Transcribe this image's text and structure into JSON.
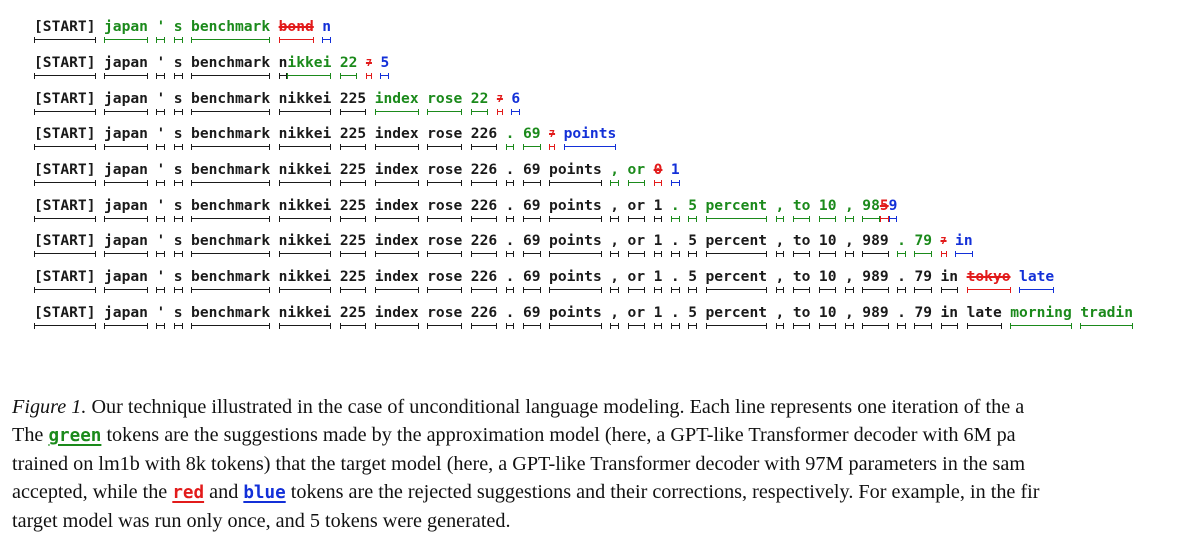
{
  "figure": {
    "iterations": [
      [
        {
          "text": "[START]",
          "s": "k"
        },
        {
          "text": "japan",
          "s": "g"
        },
        {
          "text": "'",
          "s": "g"
        },
        {
          "text": "s",
          "s": "g"
        },
        {
          "text": "benchmark",
          "s": "g"
        },
        {
          "text": "bond",
          "s": "r"
        },
        {
          "text": "n",
          "s": "b"
        }
      ],
      [
        {
          "text": "[START]",
          "s": "k"
        },
        {
          "text": "japan",
          "s": "k"
        },
        {
          "text": "'",
          "s": "k"
        },
        {
          "text": "s",
          "s": "k"
        },
        {
          "text": "benchmark",
          "s": "k"
        },
        {
          "text": "n",
          "s": "k",
          "tight": true
        },
        {
          "text": "ikkei",
          "s": "g"
        },
        {
          "text": "22",
          "s": "g"
        },
        {
          "text": "7",
          "s": "r",
          "small": true
        },
        {
          "text": "5",
          "s": "b"
        }
      ],
      [
        {
          "text": "[START]",
          "s": "k"
        },
        {
          "text": "japan",
          "s": "k"
        },
        {
          "text": "'",
          "s": "k"
        },
        {
          "text": "s",
          "s": "k"
        },
        {
          "text": "benchmark",
          "s": "k"
        },
        {
          "text": "nikkei",
          "s": "k"
        },
        {
          "text": "225",
          "s": "k"
        },
        {
          "text": "index",
          "s": "g"
        },
        {
          "text": "rose",
          "s": "g"
        },
        {
          "text": "22",
          "s": "g"
        },
        {
          "text": "7",
          "s": "r",
          "small": true
        },
        {
          "text": "6",
          "s": "b"
        }
      ],
      [
        {
          "text": "[START]",
          "s": "k"
        },
        {
          "text": "japan",
          "s": "k"
        },
        {
          "text": "'",
          "s": "k"
        },
        {
          "text": "s",
          "s": "k"
        },
        {
          "text": "benchmark",
          "s": "k"
        },
        {
          "text": "nikkei",
          "s": "k"
        },
        {
          "text": "225",
          "s": "k"
        },
        {
          "text": "index",
          "s": "k"
        },
        {
          "text": "rose",
          "s": "k"
        },
        {
          "text": "226",
          "s": "k"
        },
        {
          "text": ".",
          "s": "g"
        },
        {
          "text": "69",
          "s": "g"
        },
        {
          "text": "7",
          "s": "r",
          "small": true
        },
        {
          "text": "points",
          "s": "b"
        }
      ],
      [
        {
          "text": "[START]",
          "s": "k"
        },
        {
          "text": "japan",
          "s": "k"
        },
        {
          "text": "'",
          "s": "k"
        },
        {
          "text": "s",
          "s": "k"
        },
        {
          "text": "benchmark",
          "s": "k"
        },
        {
          "text": "nikkei",
          "s": "k"
        },
        {
          "text": "225",
          "s": "k"
        },
        {
          "text": "index",
          "s": "k"
        },
        {
          "text": "rose",
          "s": "k"
        },
        {
          "text": "226",
          "s": "k"
        },
        {
          "text": ".",
          "s": "k"
        },
        {
          "text": "69",
          "s": "k"
        },
        {
          "text": "points",
          "s": "k"
        },
        {
          "text": ",",
          "s": "g"
        },
        {
          "text": "or",
          "s": "g"
        },
        {
          "text": "0",
          "s": "r"
        },
        {
          "text": "1",
          "s": "b"
        }
      ],
      [
        {
          "text": "[START]",
          "s": "k"
        },
        {
          "text": "japan",
          "s": "k"
        },
        {
          "text": "'",
          "s": "k"
        },
        {
          "text": "s",
          "s": "k"
        },
        {
          "text": "benchmark",
          "s": "k"
        },
        {
          "text": "nikkei",
          "s": "k"
        },
        {
          "text": "225",
          "s": "k"
        },
        {
          "text": "index",
          "s": "k"
        },
        {
          "text": "rose",
          "s": "k"
        },
        {
          "text": "226",
          "s": "k"
        },
        {
          "text": ".",
          "s": "k"
        },
        {
          "text": "69",
          "s": "k"
        },
        {
          "text": "points",
          "s": "k"
        },
        {
          "text": ",",
          "s": "k"
        },
        {
          "text": "or",
          "s": "k"
        },
        {
          "text": "1",
          "s": "k"
        },
        {
          "text": ".",
          "s": "g"
        },
        {
          "text": "5",
          "s": "g"
        },
        {
          "text": "percent",
          "s": "g"
        },
        {
          "text": ",",
          "s": "g"
        },
        {
          "text": "to",
          "s": "g"
        },
        {
          "text": "10",
          "s": "g"
        },
        {
          "text": ",",
          "s": "g"
        },
        {
          "text": "98",
          "s": "g",
          "tight": true
        },
        {
          "text": "5",
          "s": "r",
          "tight": true
        },
        {
          "text": "9",
          "s": "b"
        }
      ],
      [
        {
          "text": "[START]",
          "s": "k"
        },
        {
          "text": "japan",
          "s": "k"
        },
        {
          "text": "'",
          "s": "k"
        },
        {
          "text": "s",
          "s": "k"
        },
        {
          "text": "benchmark",
          "s": "k"
        },
        {
          "text": "nikkei",
          "s": "k"
        },
        {
          "text": "225",
          "s": "k"
        },
        {
          "text": "index",
          "s": "k"
        },
        {
          "text": "rose",
          "s": "k"
        },
        {
          "text": "226",
          "s": "k"
        },
        {
          "text": ".",
          "s": "k"
        },
        {
          "text": "69",
          "s": "k"
        },
        {
          "text": "points",
          "s": "k"
        },
        {
          "text": ",",
          "s": "k"
        },
        {
          "text": "or",
          "s": "k"
        },
        {
          "text": "1",
          "s": "k"
        },
        {
          "text": ".",
          "s": "k"
        },
        {
          "text": "5",
          "s": "k"
        },
        {
          "text": "percent",
          "s": "k"
        },
        {
          "text": ",",
          "s": "k"
        },
        {
          "text": "to",
          "s": "k"
        },
        {
          "text": "10",
          "s": "k"
        },
        {
          "text": ",",
          "s": "k"
        },
        {
          "text": "989",
          "s": "k"
        },
        {
          "text": ".",
          "s": "g"
        },
        {
          "text": "79",
          "s": "g"
        },
        {
          "text": "7",
          "s": "r",
          "small": true
        },
        {
          "text": "in",
          "s": "b"
        }
      ],
      [
        {
          "text": "[START]",
          "s": "k"
        },
        {
          "text": "japan",
          "s": "k"
        },
        {
          "text": "'",
          "s": "k"
        },
        {
          "text": "s",
          "s": "k"
        },
        {
          "text": "benchmark",
          "s": "k"
        },
        {
          "text": "nikkei",
          "s": "k"
        },
        {
          "text": "225",
          "s": "k"
        },
        {
          "text": "index",
          "s": "k"
        },
        {
          "text": "rose",
          "s": "k"
        },
        {
          "text": "226",
          "s": "k"
        },
        {
          "text": ".",
          "s": "k"
        },
        {
          "text": "69",
          "s": "k"
        },
        {
          "text": "points",
          "s": "k"
        },
        {
          "text": ",",
          "s": "k"
        },
        {
          "text": "or",
          "s": "k"
        },
        {
          "text": "1",
          "s": "k"
        },
        {
          "text": ".",
          "s": "k"
        },
        {
          "text": "5",
          "s": "k"
        },
        {
          "text": "percent",
          "s": "k"
        },
        {
          "text": ",",
          "s": "k"
        },
        {
          "text": "to",
          "s": "k"
        },
        {
          "text": "10",
          "s": "k"
        },
        {
          "text": ",",
          "s": "k"
        },
        {
          "text": "989",
          "s": "k"
        },
        {
          "text": ".",
          "s": "k"
        },
        {
          "text": "79",
          "s": "k"
        },
        {
          "text": "in",
          "s": "k"
        },
        {
          "text": "tokyo",
          "s": "r"
        },
        {
          "text": "late",
          "s": "b"
        }
      ],
      [
        {
          "text": "[START]",
          "s": "k"
        },
        {
          "text": "japan",
          "s": "k"
        },
        {
          "text": "'",
          "s": "k"
        },
        {
          "text": "s",
          "s": "k"
        },
        {
          "text": "benchmark",
          "s": "k"
        },
        {
          "text": "nikkei",
          "s": "k"
        },
        {
          "text": "225",
          "s": "k"
        },
        {
          "text": "index",
          "s": "k"
        },
        {
          "text": "rose",
          "s": "k"
        },
        {
          "text": "226",
          "s": "k"
        },
        {
          "text": ".",
          "s": "k"
        },
        {
          "text": "69",
          "s": "k"
        },
        {
          "text": "points",
          "s": "k"
        },
        {
          "text": ",",
          "s": "k"
        },
        {
          "text": "or",
          "s": "k"
        },
        {
          "text": "1",
          "s": "k"
        },
        {
          "text": ".",
          "s": "k"
        },
        {
          "text": "5",
          "s": "k"
        },
        {
          "text": "percent",
          "s": "k"
        },
        {
          "text": ",",
          "s": "k"
        },
        {
          "text": "to",
          "s": "k"
        },
        {
          "text": "10",
          "s": "k"
        },
        {
          "text": ",",
          "s": "k"
        },
        {
          "text": "989",
          "s": "k"
        },
        {
          "text": ".",
          "s": "k"
        },
        {
          "text": "79",
          "s": "k"
        },
        {
          "text": "in",
          "s": "k"
        },
        {
          "text": "late",
          "s": "k"
        },
        {
          "text": "morning",
          "s": "g"
        },
        {
          "text": "tradin",
          "s": "g"
        }
      ]
    ]
  },
  "colors": {
    "accepted": "#1a1a1a",
    "suggested": "#1b8a1b",
    "rejected": "#e21b1b",
    "correction": "#1330d8"
  },
  "caption": {
    "fig_label": "Figure 1.",
    "line1": " Our technique illustrated in the case of unconditional language modeling. Each line represents one iteration of the a",
    "line2_a": "The ",
    "green_word": "green",
    "line2_b": " tokens are the suggestions made by the approximation model (here, a GPT-like Transformer decoder with 6M pa",
    "line3": "trained on lm1b with 8k tokens) that the target model (here, a GPT-like Transformer decoder with 97M parameters in the sam",
    "line4_a": "accepted, while the ",
    "red_word": "red",
    "line4_b": " and ",
    "blue_word": "blue",
    "line4_c": " tokens are the rejected suggestions and their corrections, respectively. For example, in the fir",
    "line5": "target model was run only once, and 5 tokens were generated."
  }
}
